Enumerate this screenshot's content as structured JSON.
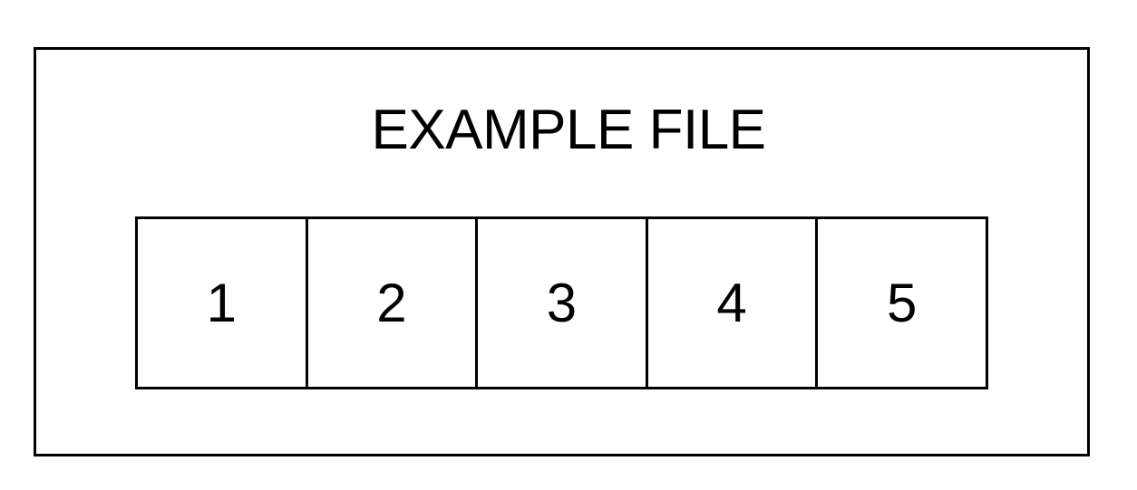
{
  "title": "EXAMPLE FILE",
  "cells": [
    "1",
    "2",
    "3",
    "4",
    "5"
  ],
  "colors": {
    "stroke": "#000000",
    "background": "#ffffff",
    "text": "#000000"
  }
}
